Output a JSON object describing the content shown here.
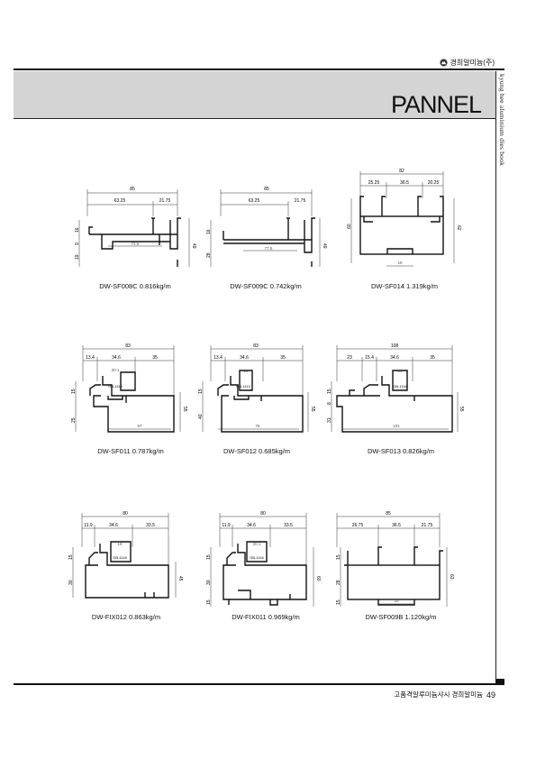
{
  "header": {
    "company": "경희알미늄(주)",
    "title": "PANNEL",
    "side_text": "kyung hee aluminium dies book"
  },
  "footer": {
    "text": "고품격알루미늄샤시 경희알미늄",
    "page_number": "49"
  },
  "profiles": [
    {
      "id": "DW-SF008C",
      "weight": "0.816kg/m",
      "caption": "DW-SF008C  0.816kg/m",
      "dims": {
        "top": "85",
        "left_split": "63.25",
        "right_split": "21.75",
        "right": "49",
        "left_a": "16",
        "left_b": "9",
        "left_c": "19",
        "bottom": "72.5"
      }
    },
    {
      "id": "DW-SF009C",
      "weight": "0.742kg/m",
      "caption": "DW-SF009C  0.742kg/m",
      "dims": {
        "top": "85",
        "left_split": "63.25",
        "right_split": "21.75",
        "right": "49",
        "left_a": "16",
        "left_b": "28",
        "bottom": "77.5"
      }
    },
    {
      "id": "DW-SF014",
      "weight": "1.319kg/m",
      "caption": "DW-SF014  1.319kg/m",
      "dims": {
        "top": "82",
        "a": "25.25",
        "b": "36.5",
        "c": "20.25",
        "left": "60",
        "right": "62",
        "bottom": "18"
      }
    },
    {
      "id": "DW-SF011",
      "weight": "0.787kg/m",
      "caption": "DW-SF011  0.787kg/m",
      "dims": {
        "top": "83",
        "a": "13.4",
        "b": "34.6",
        "c": "35",
        "inner": "20.1",
        "gasket": "GB-1116",
        "left_a": "15",
        "left_b": "25",
        "right": "55",
        "bottom": "57"
      }
    },
    {
      "id": "DW-SF012",
      "weight": "0.685kg/m",
      "caption": "DW-SF012  0.685kg/m",
      "dims": {
        "top": "83",
        "a": "13.4",
        "b": "34.6",
        "c": "35",
        "inner": "19",
        "gasket": "GB-1113",
        "left_a": "15",
        "left_b": "40",
        "right": "55",
        "bottom": "76"
      }
    },
    {
      "id": "DW-SF013",
      "weight": "0.826kg/m",
      "caption": "DW-SF013  0.826kg/m",
      "dims": {
        "top": "108",
        "a": "23",
        "b": "15.4",
        "c": "34.6",
        "d": "35",
        "inner": "19",
        "gasket": "GB-1116",
        "left_a": "15",
        "left_b": "8",
        "left_c": "31",
        "right": "55",
        "bottom": "101"
      }
    },
    {
      "id": "DW-FIX012",
      "weight": "0.863kg/m",
      "caption": "DW-FIX012  0.863kg/m",
      "dims": {
        "top": "80",
        "a": "11.9",
        "b": "34.6",
        "c": "33.5",
        "inner": "19",
        "gasket": "GB-1116",
        "left_a": "15",
        "left_b": "30",
        "right": "45"
      }
    },
    {
      "id": "DW-FIX011",
      "weight": "0.969kg/m",
      "caption": "DW-FIX011  0.969kg/m",
      "dims": {
        "top": "80",
        "a": "11.9",
        "b": "34.6",
        "c": "33.5",
        "inner": "20.1",
        "gasket": "GB-1116",
        "left_a": "15",
        "left_b": "30",
        "left_c": "15",
        "right": "60"
      }
    },
    {
      "id": "DW-SF009B",
      "weight": "1.120kg/m",
      "caption": "DW-SF009B  1.120kg/m",
      "dims": {
        "top": "85",
        "a": "26.75",
        "b": "36.5",
        "c": "21.75",
        "left_a": "15",
        "left_b": "28",
        "left_c": "15",
        "right": "63",
        "bottom": "20"
      }
    }
  ]
}
